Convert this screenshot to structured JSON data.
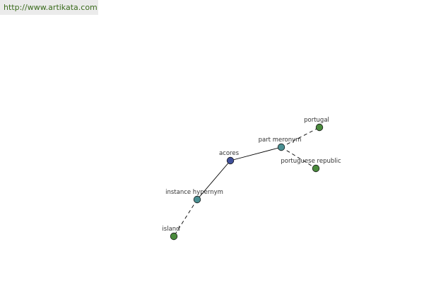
{
  "header": {
    "url": "http://www.artikata.com"
  },
  "colors": {
    "url_text": "#3a6b1c",
    "url_bg": "#ebebeb",
    "edge": "#000000",
    "center_node": "#3f4f99",
    "relation_node": "#4a8f92",
    "leaf_node": "#4a8a3c"
  },
  "graph": {
    "nodes": [
      {
        "id": "acores",
        "label": "acores",
        "kind": "center"
      },
      {
        "id": "part_meronym",
        "label": "part meronym",
        "kind": "relation"
      },
      {
        "id": "instance_hypernym",
        "label": "instance hypernym",
        "kind": "relation"
      },
      {
        "id": "portugal",
        "label": "portugal",
        "kind": "leaf"
      },
      {
        "id": "portuguese_republic",
        "label": "portuguese republic",
        "kind": "leaf"
      },
      {
        "id": "island",
        "label": "island",
        "kind": "leaf"
      }
    ],
    "edges": [
      {
        "from": "acores",
        "to": "part_meronym",
        "style": "solid"
      },
      {
        "from": "acores",
        "to": "instance_hypernym",
        "style": "solid"
      },
      {
        "from": "part_meronym",
        "to": "portugal",
        "style": "dashed"
      },
      {
        "from": "part_meronym",
        "to": "portuguese_republic",
        "style": "dashed"
      },
      {
        "from": "instance_hypernym",
        "to": "island",
        "style": "dashed"
      }
    ]
  }
}
